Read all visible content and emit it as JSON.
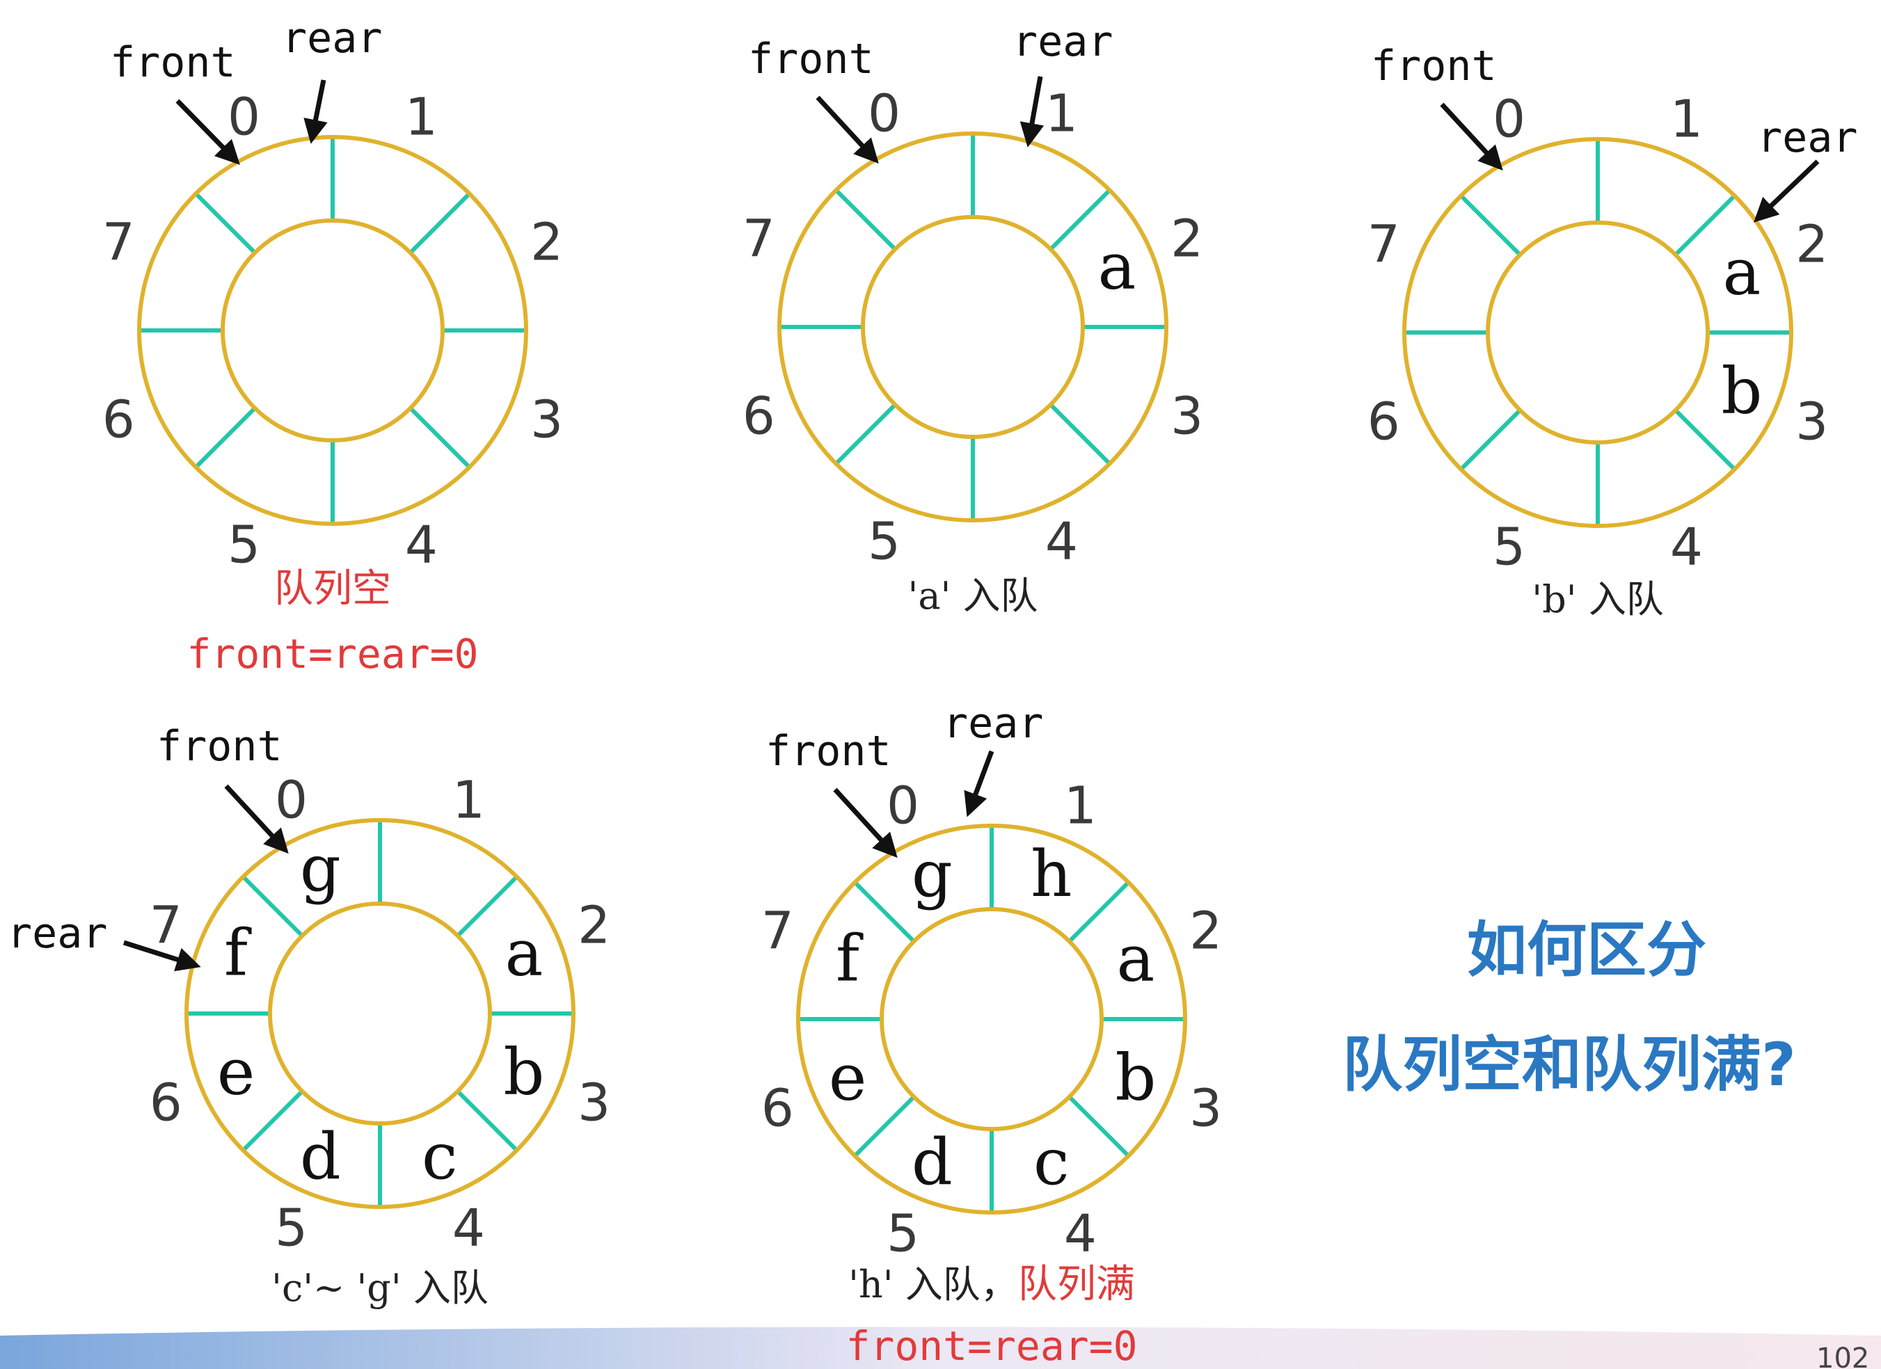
{
  "pointer_labels": {
    "front": "front",
    "rear": "rear"
  },
  "slot_indices": [
    "0",
    "1",
    "2",
    "3",
    "4",
    "5",
    "6",
    "7"
  ],
  "diagrams": [
    {
      "id": "empty",
      "elements": [
        "",
        "",
        "",
        "",
        "",
        "",
        "",
        ""
      ],
      "caption_lines": [
        {
          "parts": [
            {
              "text": "队列空",
              "color": "red"
            }
          ]
        },
        {
          "parts": [
            {
              "text": "front=rear=0",
              "color": "red",
              "mono": true
            }
          ]
        }
      ]
    },
    {
      "id": "enqueue-a",
      "elements": [
        "",
        "a",
        "",
        "",
        "",
        "",
        "",
        ""
      ],
      "caption_lines": [
        {
          "parts": [
            {
              "text": "'a' 入队",
              "color": "black"
            }
          ]
        }
      ]
    },
    {
      "id": "enqueue-b",
      "elements": [
        "",
        "a",
        "b",
        "",
        "",
        "",
        "",
        ""
      ],
      "caption_lines": [
        {
          "parts": [
            {
              "text": "'b' 入队",
              "color": "black"
            }
          ]
        }
      ]
    },
    {
      "id": "enqueue-c-g",
      "elements": [
        "",
        "a",
        "b",
        "c",
        "d",
        "e",
        "f",
        "g"
      ],
      "caption_lines": [
        {
          "parts": [
            {
              "text": "'c'~ 'g' 入队",
              "color": "black"
            }
          ]
        }
      ]
    },
    {
      "id": "enqueue-h-full",
      "elements": [
        "h",
        "a",
        "b",
        "c",
        "d",
        "e",
        "f",
        "g"
      ],
      "caption_lines": [
        {
          "parts": [
            {
              "text": "'h' 入队，",
              "color": "black"
            },
            {
              "text": "队列满",
              "color": "red"
            }
          ]
        },
        {
          "parts": [
            {
              "text": "front=rear=0",
              "color": "red",
              "mono": true
            }
          ]
        }
      ]
    }
  ],
  "question": {
    "line1": "如何区分",
    "line2": "队列空和队列满?"
  },
  "page_number": "102",
  "colors": {
    "ring": "#e0b22c",
    "spoke": "#22c7a9",
    "question": "#2a78c2",
    "red": "#e23a3a",
    "banner": "#8fb6e3"
  }
}
